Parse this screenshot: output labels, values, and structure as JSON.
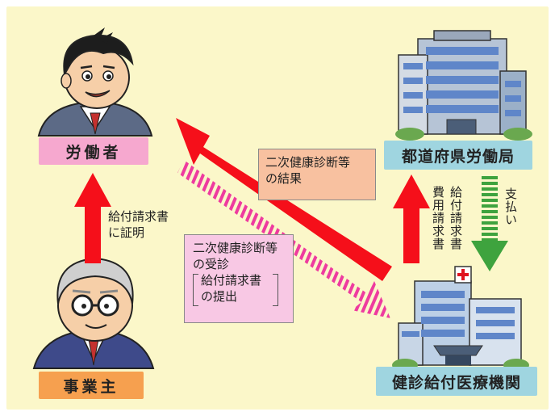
{
  "nodes": {
    "worker": "労働者",
    "employer": "事業主",
    "labor_bureau": "都道府県労働局",
    "medical_institution": "健診給付医療機関"
  },
  "labels": {
    "certification_line1": "給付請求書",
    "certification_line2": "に証明",
    "result_line1": "二次健康診断等",
    "result_line2": "の結果",
    "consultation_line1": "二次健康診断等",
    "consultation_line2": "の受診",
    "consultation_line3": "給付請求書",
    "consultation_line4": "の提出",
    "claim_col1": "給付請求書",
    "claim_col2": "費用請求書",
    "payment": "支払い"
  },
  "colors": {
    "background": "#fbf7c9",
    "worker_box": "#f6a8cf",
    "employer_box": "#f6a04f",
    "bureau_box": "#9fd5e0",
    "medical_box": "#9fd5e0",
    "red_arrow": "#f50f1a",
    "pink_dashed_arrow": "#ee3b9f",
    "green_dashed_arrow": "#3ea33e",
    "result_box": "#f8c1a0",
    "consultation_box": "#f8c8e4"
  },
  "icons": {
    "worker": "worker-person-icon",
    "employer": "employer-elder-icon",
    "bureau": "office-building-icon",
    "hospital": "hospital-building-icon"
  }
}
